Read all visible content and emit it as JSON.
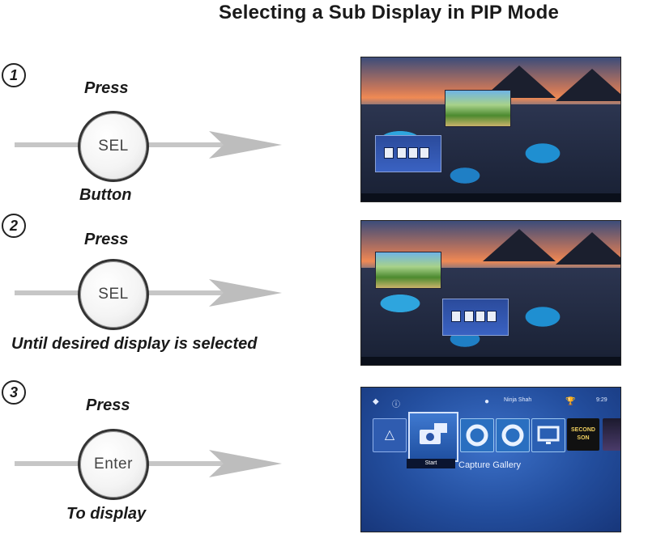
{
  "title": "Selecting a Sub Display in PIP Mode",
  "steps": [
    {
      "number": "1",
      "top_caption": "Press",
      "button_label": "SEL",
      "bottom_caption": "Button"
    },
    {
      "number": "2",
      "top_caption": "Press",
      "button_label": "SEL",
      "bottom_caption": "Until desired display is selected"
    },
    {
      "number": "3",
      "top_caption": "Press",
      "button_label": "Enter",
      "bottom_caption": "To display"
    }
  ],
  "ps4_screen": {
    "user_name": "Ninja Shah",
    "clock": "9:29",
    "selected_tile_label": "Start",
    "selected_tile_name": "Capture Gallery",
    "game_tile_title": "SECOND SON"
  },
  "colors": {
    "arrow": "#bdbdbd",
    "button_ring": "#333333"
  }
}
